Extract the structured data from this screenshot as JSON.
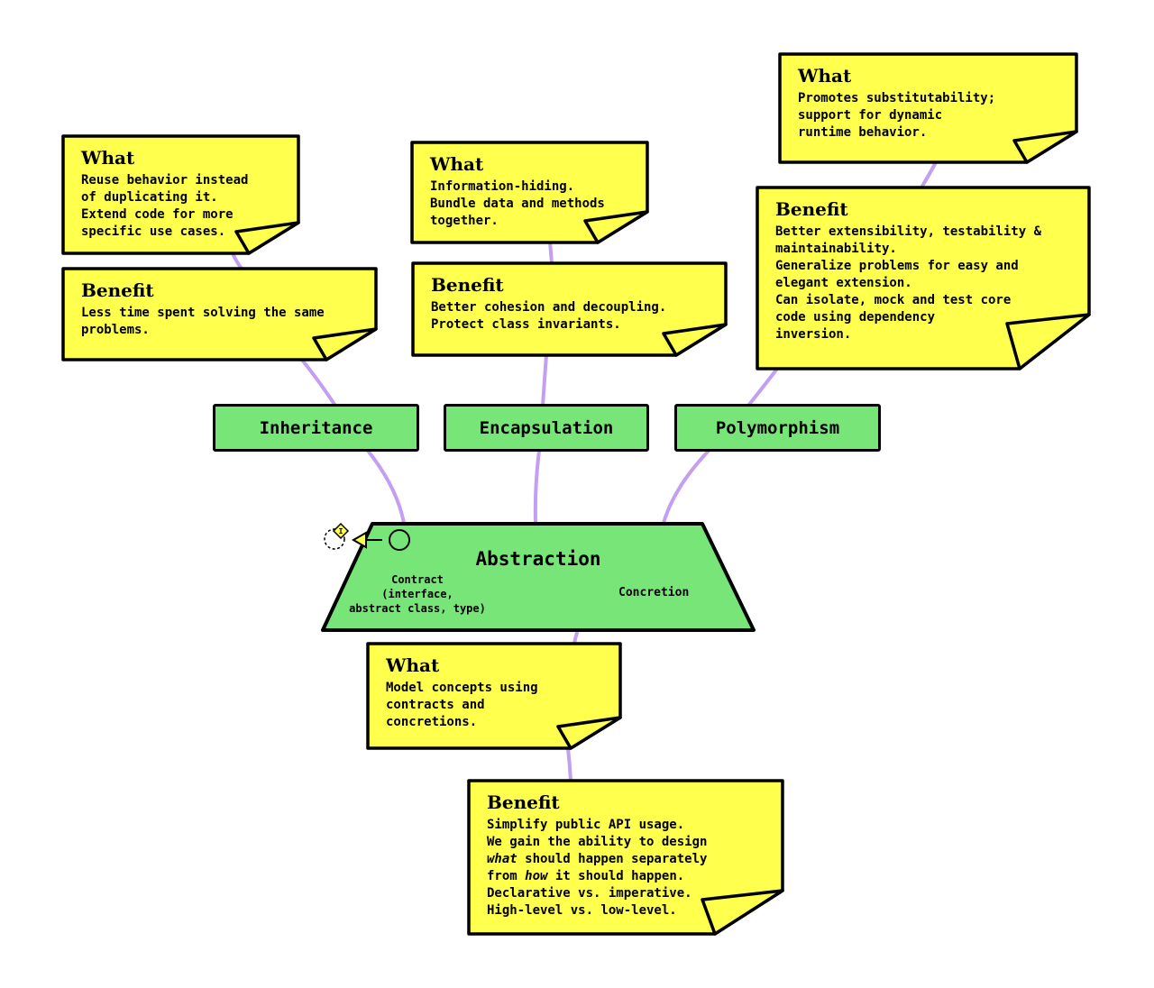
{
  "colors": {
    "note_fill": "#ffff4d",
    "concept_fill": "#78e578",
    "link": "#c39ef2",
    "outline": "#000000"
  },
  "concepts": {
    "inheritance": "Inheritance",
    "encapsulation": "Encapsulation",
    "polymorphism": "Polymorphism"
  },
  "abstraction": {
    "title": "Abstraction",
    "contract_lines": [
      "Contract",
      "(interface,",
      "abstract class, type)"
    ],
    "concretion": "Concretion",
    "icons": [
      "dashed-circle-icon",
      "interface-diamond-icon",
      "arrow-left-icon",
      "solid-circle-icon"
    ]
  },
  "notes": {
    "inheritance_what": {
      "heading": "What",
      "lines": [
        "Reuse behavior instead",
        "of duplicating it.",
        "Extend code for more",
        "specific use cases."
      ]
    },
    "inheritance_benefit": {
      "heading": "Benefit",
      "lines": [
        "Less time spent solving the same",
        "problems."
      ]
    },
    "encapsulation_what": {
      "heading": "What",
      "lines": [
        "Information-hiding.",
        "Bundle data and methods",
        "together."
      ]
    },
    "encapsulation_benefit": {
      "heading": "Benefit",
      "lines": [
        "Better cohesion and decoupling.",
        "Protect class invariants."
      ]
    },
    "polymorphism_what": {
      "heading": "What",
      "lines": [
        "Promotes substitutability;",
        "support for dynamic",
        "runtime behavior."
      ]
    },
    "polymorphism_benefit": {
      "heading": "Benefit",
      "lines": [
        "Better extensibility, testability &",
        "maintainability.",
        "Generalize problems for easy and",
        "elegant extension.",
        "Can isolate, mock and test core",
        "code using dependency",
        "inversion."
      ]
    },
    "abstraction_what": {
      "heading": "What",
      "lines": [
        "Model concepts using",
        "contracts and",
        "concretions."
      ]
    },
    "abstraction_benefit": {
      "heading": "Benefit",
      "lines": [
        [
          {
            "t": "Simplify public API usage."
          }
        ],
        [
          {
            "t": "We gain the ability to design"
          }
        ],
        [
          {
            "t": "what",
            "i": true
          },
          {
            "t": " should happen separately"
          }
        ],
        [
          {
            "t": "from "
          },
          {
            "t": "how",
            "i": true
          },
          {
            "t": " it should happen."
          }
        ],
        [
          {
            "t": "Declarative vs. imperative."
          }
        ],
        [
          {
            "t": "High-level vs. low-level."
          }
        ]
      ]
    }
  }
}
